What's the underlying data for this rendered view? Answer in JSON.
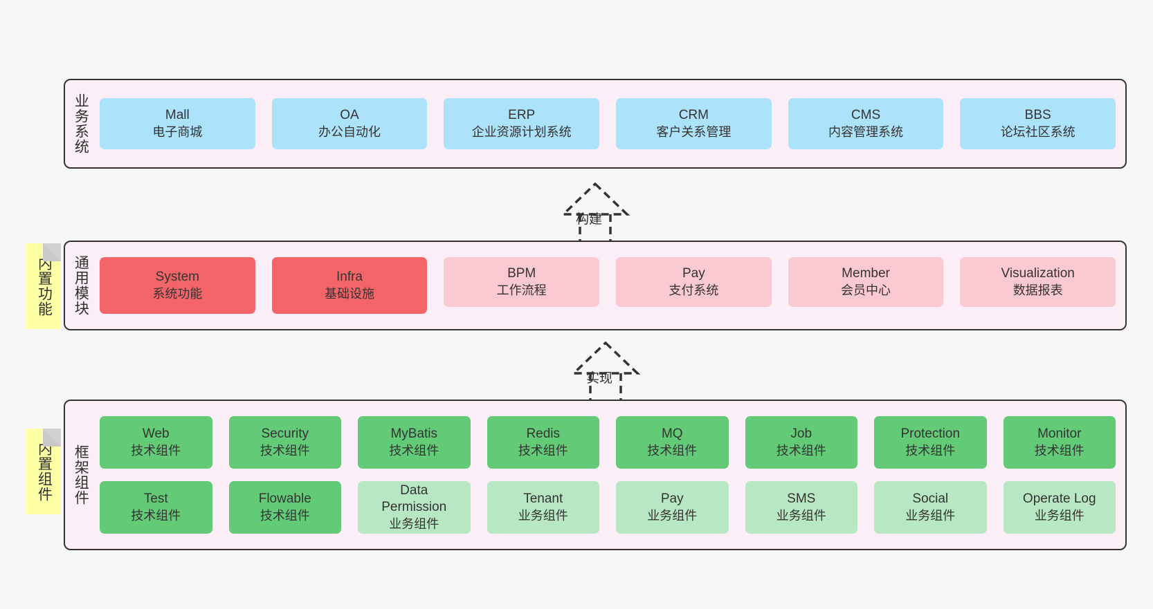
{
  "diagram": {
    "title_hidden": "",
    "layers": [
      {
        "key": "business",
        "title": "业务系统",
        "rows": [
          {
            "cards": [
              {
                "en": "Mall",
                "cn": "电子商城",
                "style": "c-blue"
              },
              {
                "en": "OA",
                "cn": "办公自动化",
                "style": "c-blue"
              },
              {
                "en": "ERP",
                "cn": "企业资源计划系统",
                "style": "c-blue"
              },
              {
                "en": "CRM",
                "cn": "客户关系管理",
                "style": "c-blue"
              },
              {
                "en": "CMS",
                "cn": "内容管理系统",
                "style": "c-blue"
              },
              {
                "en": "BBS",
                "cn": "论坛社区系统",
                "style": "c-blue"
              }
            ]
          }
        ]
      },
      {
        "key": "common",
        "title": "通用模块",
        "note": "内置功能",
        "rows": [
          {
            "cards": [
              {
                "en": "System",
                "cn": "系统功能",
                "style": "c-red"
              },
              {
                "en": "Infra",
                "cn": "基础设施",
                "style": "c-red"
              },
              {
                "en": "BPM",
                "cn": "工作流程",
                "style": "c-pink"
              },
              {
                "en": "Pay",
                "cn": "支付系统",
                "style": "c-pink"
              },
              {
                "en": "Member",
                "cn": "会员中心",
                "style": "c-pink"
              },
              {
                "en": "Visualization",
                "cn": "数据报表",
                "style": "c-pink"
              }
            ]
          }
        ]
      },
      {
        "key": "framework",
        "title": "框架组件",
        "note": "内置组件",
        "rows": [
          {
            "cards": [
              {
                "en": "Web",
                "cn": "技术组件",
                "style": "c-green"
              },
              {
                "en": "Security",
                "cn": "技术组件",
                "style": "c-green"
              },
              {
                "en": "MyBatis",
                "cn": "技术组件",
                "style": "c-green"
              },
              {
                "en": "Redis",
                "cn": "技术组件",
                "style": "c-green"
              },
              {
                "en": "MQ",
                "cn": "技术组件",
                "style": "c-green"
              },
              {
                "en": "Job",
                "cn": "技术组件",
                "style": "c-green"
              },
              {
                "en": "Protection",
                "cn": "技术组件",
                "style": "c-green"
              },
              {
                "en": "Monitor",
                "cn": "技术组件",
                "style": "c-green"
              }
            ]
          },
          {
            "cards": [
              {
                "en": "Test",
                "cn": "技术组件",
                "style": "c-green"
              },
              {
                "en": "Flowable",
                "cn": "技术组件",
                "style": "c-green"
              },
              {
                "en": "Data Permission",
                "cn": "业务组件",
                "style": "c-lightgreen"
              },
              {
                "en": "Tenant",
                "cn": "业务组件",
                "style": "c-lightgreen"
              },
              {
                "en": "Pay",
                "cn": "业务组件",
                "style": "c-lightgreen"
              },
              {
                "en": "SMS",
                "cn": "业务组件",
                "style": "c-lightgreen"
              },
              {
                "en": "Social",
                "cn": "业务组件",
                "style": "c-lightgreen"
              },
              {
                "en": "Operate Log",
                "cn": "业务组件",
                "style": "c-lightgreen"
              }
            ]
          }
        ]
      }
    ],
    "connectors": [
      {
        "key": "build",
        "label": "构建"
      },
      {
        "key": "implement",
        "label": "实现"
      }
    ],
    "colors": {
      "canvas": "#f7f7f7",
      "layer_fill": "#fbeef6",
      "layer_border": "#333333",
      "blue": "#ade2fb",
      "red": "#f4656a",
      "pink": "#fbc9d2",
      "green": "#63cb78",
      "light_green": "#b8e8c3",
      "note": "#ffffa6",
      "note_fold": "#d0d0d0"
    }
  }
}
